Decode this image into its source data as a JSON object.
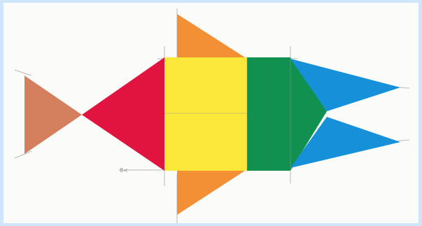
{
  "figure": {
    "description_label": "",
    "scan_mark": "8<",
    "colors": {
      "background_border": "#cfe6fa",
      "paper": "#fbfbf9",
      "tail": "#d4805e",
      "head_triangle": "#e0143f",
      "body_square": "#fbe83a",
      "fins": "#f39036",
      "green_block": "#109150",
      "blue_fins": "#1691d9",
      "guide_lines": "#b9b9b9"
    },
    "shapes": [
      "tail-triangle",
      "red-triangle",
      "yellow-square",
      "orange-top-fin",
      "orange-bottom-fin",
      "green-pentagon",
      "blue-upper-triangle",
      "blue-lower-triangle"
    ]
  }
}
